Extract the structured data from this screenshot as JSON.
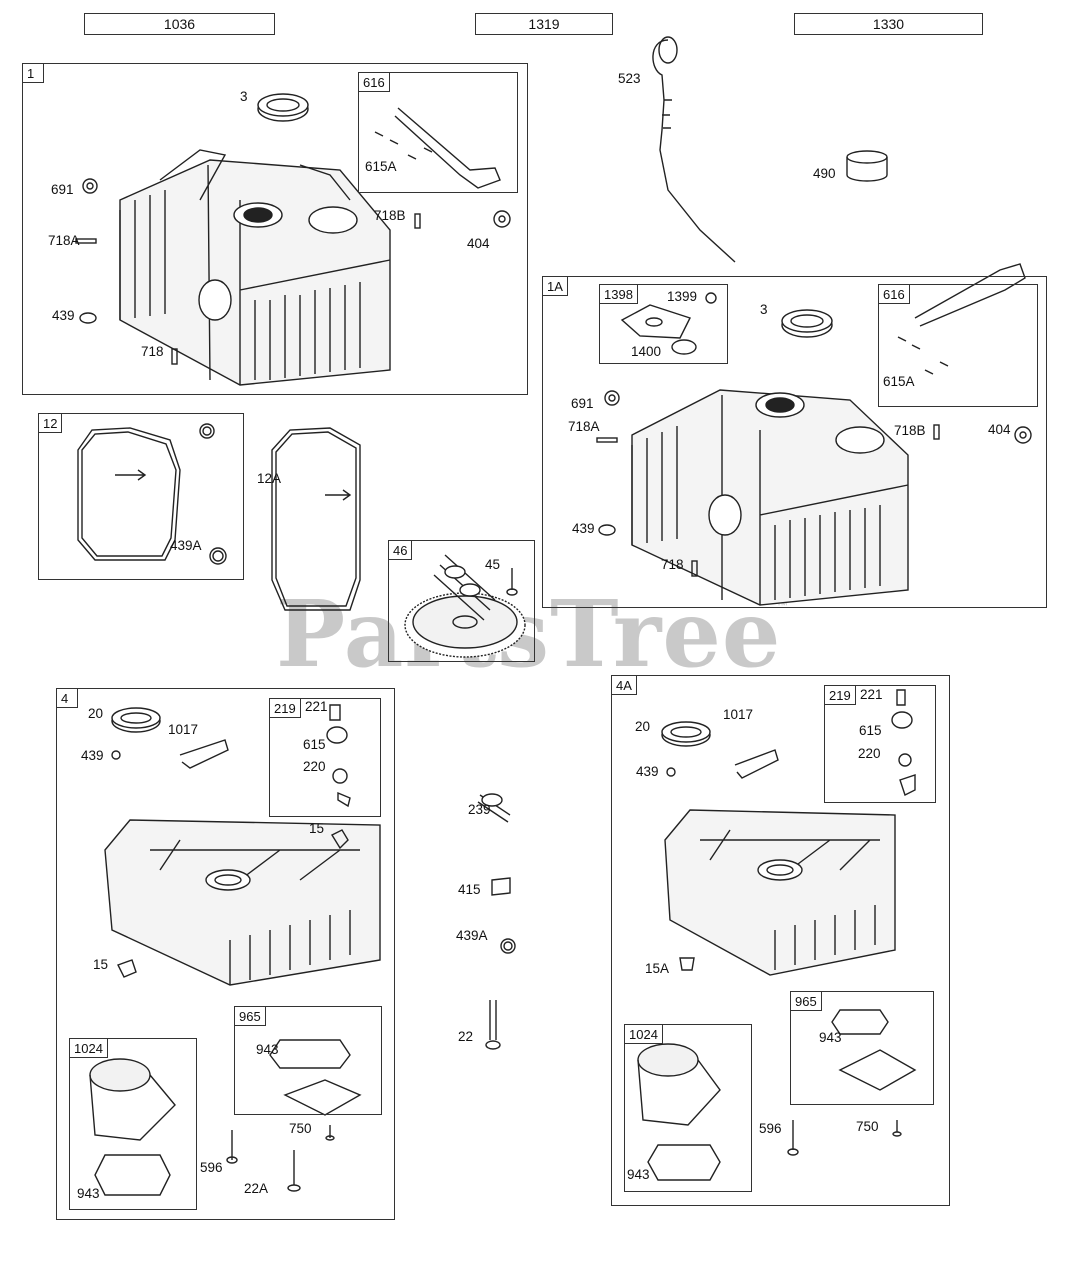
{
  "headers": [
    "1036",
    "1319",
    "1330"
  ],
  "watermark": {
    "brand": "PartsTree",
    "mark": "™"
  },
  "boxes": {
    "b1": "1",
    "b616a": "616",
    "b1a": "1A",
    "b1398": "1398",
    "b616b": "616",
    "b12": "12",
    "b46": "46",
    "b4": "4",
    "b219a": "219",
    "b965a": "965",
    "b1024a": "1024",
    "b4a": "4A",
    "b219b": "219",
    "b965b": "965",
    "b1024b": "1024"
  },
  "labels": {
    "l3a": "3",
    "l615a1": "615A",
    "l691a": "691",
    "l718Ba": "718B",
    "l718Aa": "718A",
    "l404a": "404",
    "l439a": "439",
    "l718a": "718",
    "l523": "523",
    "l490": "490",
    "l1399": "1399",
    "l1400": "1400",
    "l3b": "3",
    "l615a2": "615A",
    "l691b": "691",
    "l718Bb": "718B",
    "l404b": "404",
    "l718Ab": "718A",
    "l439b": "439",
    "l718b": "718",
    "l439Aa": "439A",
    "l12A": "12A",
    "l45": "45",
    "l20a": "20",
    "l1017a": "1017",
    "l439c": "439",
    "l221a": "221",
    "l615b": "615",
    "l220a": "220",
    "l15a": "15",
    "l15b": "15",
    "l943a": "943",
    "l750a": "750",
    "l596a": "596",
    "l22A": "22A",
    "l943b": "943",
    "l239": "239",
    "l415": "415",
    "l439Ab": "439A",
    "l22": "22",
    "l20b": "20",
    "l1017b": "1017",
    "l439d": "439",
    "l221b": "221",
    "l615c": "615",
    "l220b": "220",
    "l15A": "15A",
    "l943c": "943",
    "l596b": "596",
    "l750b": "750",
    "l943d": "943"
  }
}
